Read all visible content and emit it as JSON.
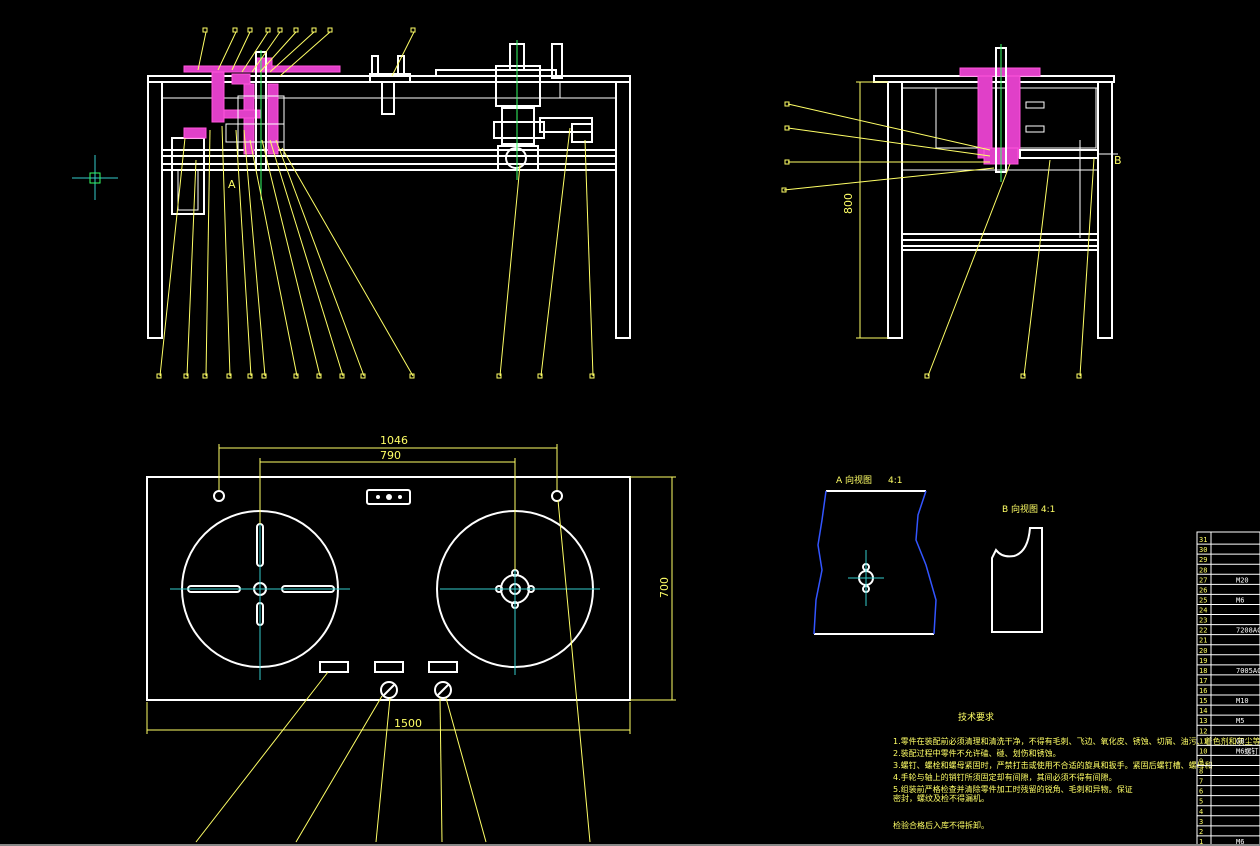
{
  "dimensions": {
    "front_width_1046": "1046",
    "front_width_790": "790",
    "plan_depth": "700",
    "plan_width": "1500",
    "side_height": "800"
  },
  "detail_labels": {
    "view_a": "A 向视图",
    "view_a_scale": "4:1",
    "view_b": "B 向视图 4:1",
    "marker_a": "A",
    "marker_b": "B"
  },
  "tech_notes": {
    "title": "技术要求",
    "lines": [
      "1.零件在装配前必须清理和清洗干净，不得有毛刺、飞边、氧化皮、锈蚀、切屑、油污、着色剂和灰尘等。",
      "2.装配过程中零件不允许磕、碰、划伤和锈蚀。",
      "3.螺钉、螺栓和螺母紧固时，严禁打击或使用不合适的旋具和扳手。紧固后螺钉槽、螺母和",
      "4.手轮与轴上的销钉所须固定却有间隙，其间必须不得有间隙。",
      "5.组装前严格检查并清除零件加工时残留的锐角、毛刺和异物。保证",
      "密封，螺纹及检不得漏机。",
      "检验合格后入库不得拆卸。"
    ]
  },
  "title_block": {
    "rows": [
      "31",
      "30",
      "29",
      "28",
      "27",
      "26",
      "25",
      "24",
      "23",
      "22",
      "21",
      "20",
      "19",
      "18",
      "17",
      "16",
      "15",
      "14",
      "13",
      "12",
      "11",
      "10",
      "9",
      "8",
      "7",
      "6",
      "5",
      "4",
      "3",
      "2",
      "1"
    ],
    "specs": {
      "27": "M20",
      "25": "M6",
      "22": "7208AC",
      "18": "7005AC",
      "15": "M10",
      "13": "M5",
      "11": "GB",
      "10": "M6螺钉",
      "1": "M6"
    }
  },
  "colors": {
    "background": "#000000",
    "outline": "#ffffff",
    "leader": "#ffff66",
    "section": "#e040c8",
    "centerline": "#33cccc",
    "axis": "#33ff66",
    "break_line": "#3355ff"
  }
}
